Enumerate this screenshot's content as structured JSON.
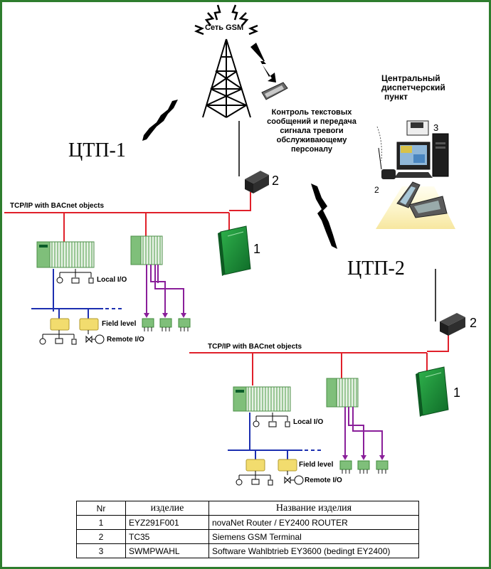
{
  "gsm": {
    "network_label": "Сеть GSM",
    "sms_label": [
      "Контроль текстовых",
      "сообщений и передача",
      "сигнала тревоги",
      "обслуживающему",
      "персоналу"
    ]
  },
  "central": {
    "title": [
      "Центральный",
      "диспетчерский",
      "пункт"
    ],
    "num_pc": "3",
    "num_terminal": "2"
  },
  "ctp1": {
    "title": "ЦТП-1",
    "bus_label": "TCP/IP with BACnet objects",
    "local_io": "Local I/O",
    "field_level": "Field level",
    "remote_io": "Remote I/O",
    "num_terminal": "2",
    "num_router": "1"
  },
  "ctp2": {
    "title": "ЦТП-2",
    "bus_label": "TCP/IP with BACnet objects",
    "local_io": "Local I/O",
    "field_level": "Field level",
    "remote_io": "Remote I/O",
    "num_terminal": "2",
    "num_router": "1"
  },
  "table": {
    "headers": [
      "Nr",
      "изделие",
      "Название изделия"
    ],
    "rows": [
      [
        "1",
        "EYZ291F001",
        "novaNet Router / EY2400 ROUTER"
      ],
      [
        "2",
        "TC35",
        "Siemens GSM Terminal"
      ],
      [
        "3",
        "SWMPWAHL",
        "Software Wahlbtrieb EY3600 (bedingt EY2400)"
      ]
    ]
  },
  "colors": {
    "frame": "#2e7d2e",
    "ethernet": "#e0202a",
    "fieldbus": "#1c2fb0",
    "io_link": "#8a1f9a",
    "module_green": "#7fbf7a",
    "controller_yellow": "#f2dc6e",
    "router_green": "#1f9a3a"
  }
}
